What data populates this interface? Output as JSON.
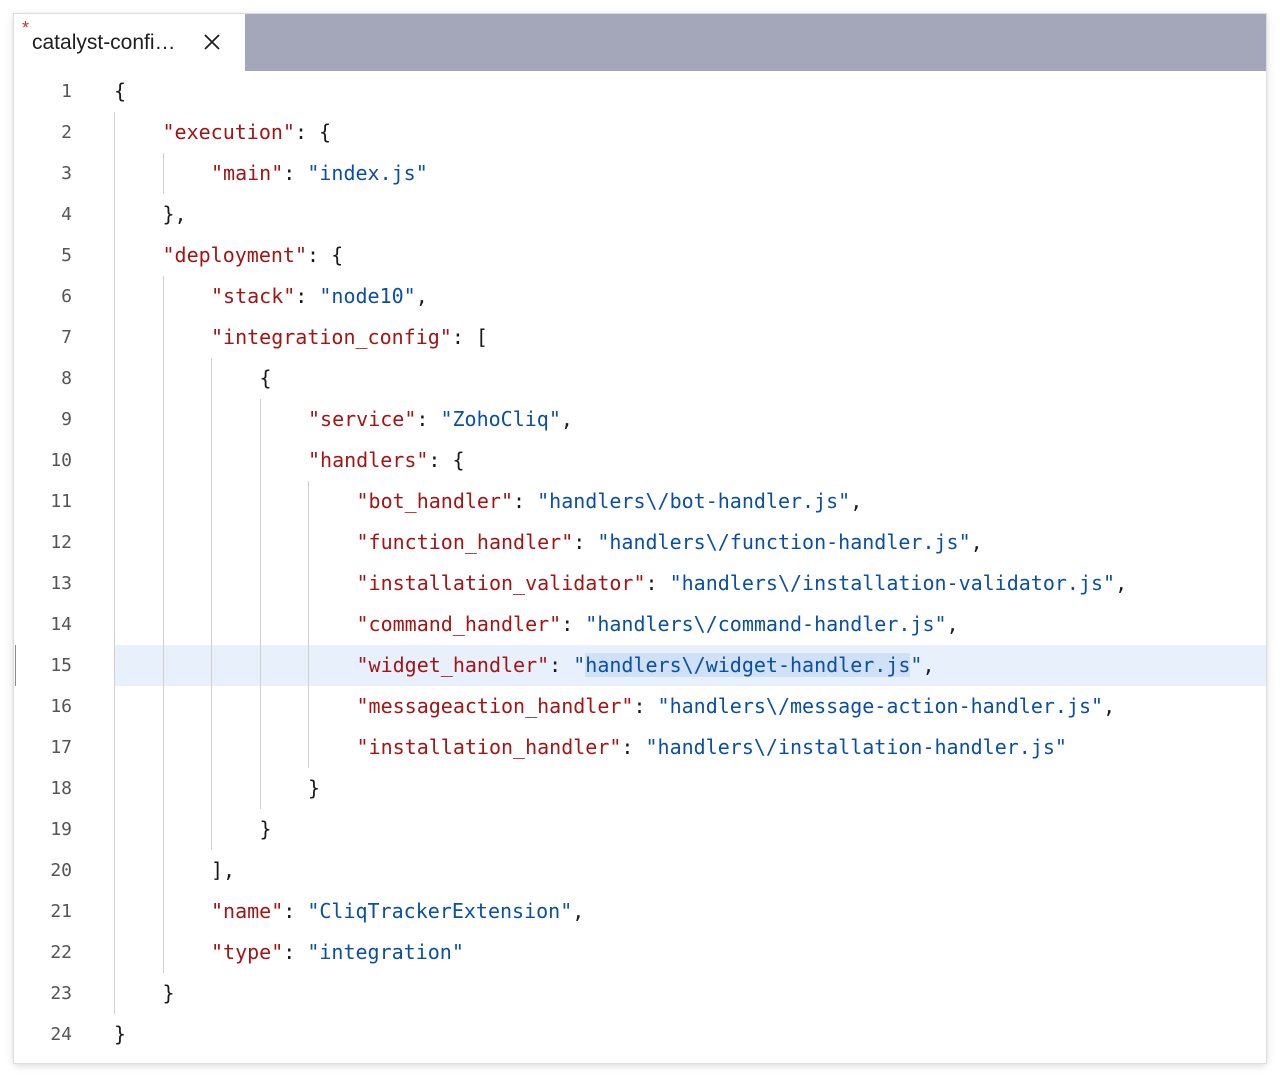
{
  "tab": {
    "modified_marker": "*",
    "title": "catalyst-confi…"
  },
  "editor": {
    "active_line": 15,
    "lines": [
      {
        "n": "1",
        "indent": 0,
        "parts": [
          {
            "t": "{",
            "c": "p"
          }
        ]
      },
      {
        "n": "2",
        "indent": 1,
        "parts": [
          {
            "t": "\"execution\"",
            "c": "k"
          },
          {
            "t": ": {",
            "c": "p"
          }
        ]
      },
      {
        "n": "3",
        "indent": 2,
        "parts": [
          {
            "t": "\"main\"",
            "c": "k"
          },
          {
            "t": ": ",
            "c": "p"
          },
          {
            "t": "\"index.js\"",
            "c": "s"
          }
        ]
      },
      {
        "n": "4",
        "indent": 1,
        "parts": [
          {
            "t": "},",
            "c": "p"
          }
        ]
      },
      {
        "n": "5",
        "indent": 1,
        "parts": [
          {
            "t": "\"deployment\"",
            "c": "k"
          },
          {
            "t": ": {",
            "c": "p"
          }
        ]
      },
      {
        "n": "6",
        "indent": 2,
        "parts": [
          {
            "t": "\"stack\"",
            "c": "k"
          },
          {
            "t": ": ",
            "c": "p"
          },
          {
            "t": "\"node10\"",
            "c": "s"
          },
          {
            "t": ",",
            "c": "p"
          }
        ]
      },
      {
        "n": "7",
        "indent": 2,
        "parts": [
          {
            "t": "\"integration_config\"",
            "c": "k"
          },
          {
            "t": ": [",
            "c": "p"
          }
        ]
      },
      {
        "n": "8",
        "indent": 3,
        "parts": [
          {
            "t": "{",
            "c": "p"
          }
        ]
      },
      {
        "n": "9",
        "indent": 4,
        "parts": [
          {
            "t": "\"service\"",
            "c": "k"
          },
          {
            "t": ": ",
            "c": "p"
          },
          {
            "t": "\"ZohoCliq\"",
            "c": "s"
          },
          {
            "t": ",",
            "c": "p"
          }
        ]
      },
      {
        "n": "10",
        "indent": 4,
        "parts": [
          {
            "t": "\"handlers\"",
            "c": "k"
          },
          {
            "t": ": {",
            "c": "p"
          }
        ]
      },
      {
        "n": "11",
        "indent": 5,
        "parts": [
          {
            "t": "\"bot_handler\"",
            "c": "k"
          },
          {
            "t": ": ",
            "c": "p"
          },
          {
            "t": "\"handlers\\/bot-handler.js\"",
            "c": "s"
          },
          {
            "t": ",",
            "c": "p"
          }
        ]
      },
      {
        "n": "12",
        "indent": 5,
        "parts": [
          {
            "t": "\"function_handler\"",
            "c": "k"
          },
          {
            "t": ": ",
            "c": "p"
          },
          {
            "t": "\"handlers\\/function-handler.js\"",
            "c": "s"
          },
          {
            "t": ",",
            "c": "p"
          }
        ]
      },
      {
        "n": "13",
        "indent": 5,
        "parts": [
          {
            "t": "\"installation_validator\"",
            "c": "k"
          },
          {
            "t": ": ",
            "c": "p"
          },
          {
            "t": "\"handlers\\/installation-validator.js\"",
            "c": "s"
          },
          {
            "t": ",",
            "c": "p"
          }
        ]
      },
      {
        "n": "14",
        "indent": 5,
        "parts": [
          {
            "t": "\"command_handler\"",
            "c": "k"
          },
          {
            "t": ": ",
            "c": "p"
          },
          {
            "t": "\"handlers\\/command-handler.js\"",
            "c": "s"
          },
          {
            "t": ",",
            "c": "p"
          }
        ]
      },
      {
        "n": "15",
        "indent": 5,
        "parts": [
          {
            "t": "\"widget_handler\"",
            "c": "k"
          },
          {
            "t": ": ",
            "c": "p"
          },
          {
            "t": "\"",
            "c": "s"
          },
          {
            "t": "handlers\\/widget-handler.js",
            "c": "s sel"
          },
          {
            "t": "\"",
            "c": "s"
          },
          {
            "t": ",",
            "c": "p"
          }
        ]
      },
      {
        "n": "16",
        "indent": 5,
        "parts": [
          {
            "t": "\"messageaction_handler\"",
            "c": "k"
          },
          {
            "t": ": ",
            "c": "p"
          },
          {
            "t": "\"handlers\\/message-action-handler.js\"",
            "c": "s"
          },
          {
            "t": ",",
            "c": "p"
          }
        ]
      },
      {
        "n": "17",
        "indent": 5,
        "parts": [
          {
            "t": "\"installation_handler\"",
            "c": "k"
          },
          {
            "t": ": ",
            "c": "p"
          },
          {
            "t": "\"handlers\\/installation-handler.js\"",
            "c": "s"
          }
        ]
      },
      {
        "n": "18",
        "indent": 4,
        "parts": [
          {
            "t": "}",
            "c": "p"
          }
        ]
      },
      {
        "n": "19",
        "indent": 3,
        "parts": [
          {
            "t": "}",
            "c": "p"
          }
        ]
      },
      {
        "n": "20",
        "indent": 2,
        "parts": [
          {
            "t": "],",
            "c": "p"
          }
        ]
      },
      {
        "n": "21",
        "indent": 2,
        "parts": [
          {
            "t": "\"name\"",
            "c": "k"
          },
          {
            "t": ": ",
            "c": "p"
          },
          {
            "t": "\"CliqTrackerExtension\"",
            "c": "s"
          },
          {
            "t": ",",
            "c": "p"
          }
        ]
      },
      {
        "n": "22",
        "indent": 2,
        "parts": [
          {
            "t": "\"type\"",
            "c": "k"
          },
          {
            "t": ": ",
            "c": "p"
          },
          {
            "t": "\"integration\"",
            "c": "s"
          }
        ]
      },
      {
        "n": "23",
        "indent": 1,
        "parts": [
          {
            "t": "}",
            "c": "p"
          }
        ]
      },
      {
        "n": "24",
        "indent": 0,
        "parts": [
          {
            "t": "}",
            "c": "p"
          }
        ]
      }
    ]
  },
  "colors": {
    "tabbar": "#a4a6b9",
    "key": "#a31515",
    "string": "#0a4fa3",
    "active_line": "#e8f0fc",
    "selection": "#cfe0f7"
  }
}
